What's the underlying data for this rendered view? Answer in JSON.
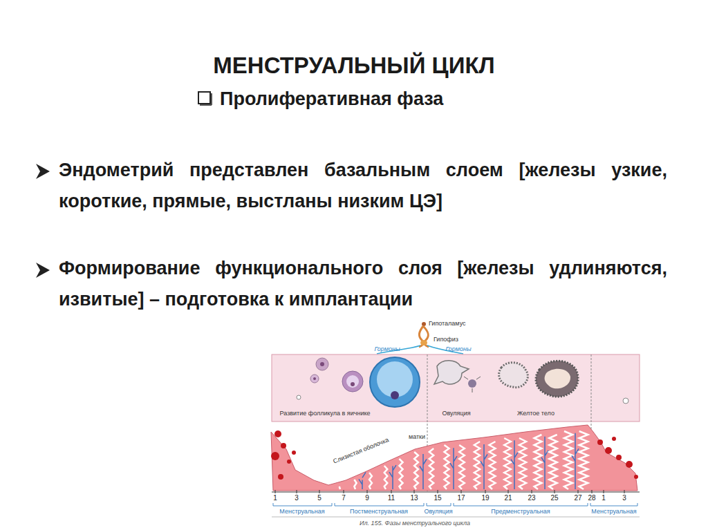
{
  "diagram": {
    "title": "МЕНСТРУАЛЬНЫЙ ЦИКЛ",
    "caption": "Ил. 155. Фазы менструального цикла",
    "labels": [
      "Пролиферативная фаза",
      "Эндометрий представлен базальным слоем [железы узкие, короткие, прямые, выстланы низким ЦЭ]",
      "Формирование функционального слоя [железы удлиняются, извитые] – подготовка к имплантации",
      "Гипоталамус",
      "Гипофиз",
      "Гормоны",
      "Гормоны",
      "Развитие фолликула в яичнике",
      "Овуляция",
      "Желтое тело",
      "Слизистая оболочка",
      "матки",
      "1",
      "3",
      "5",
      "7",
      "9",
      "11",
      "13",
      "15",
      "17",
      "19",
      "21",
      "23",
      "25",
      "27",
      "28",
      "1",
      "3",
      "Менструальная",
      "Постменструальная",
      "Овуляция",
      "Предменструальная",
      "Менструальная"
    ]
  }
}
